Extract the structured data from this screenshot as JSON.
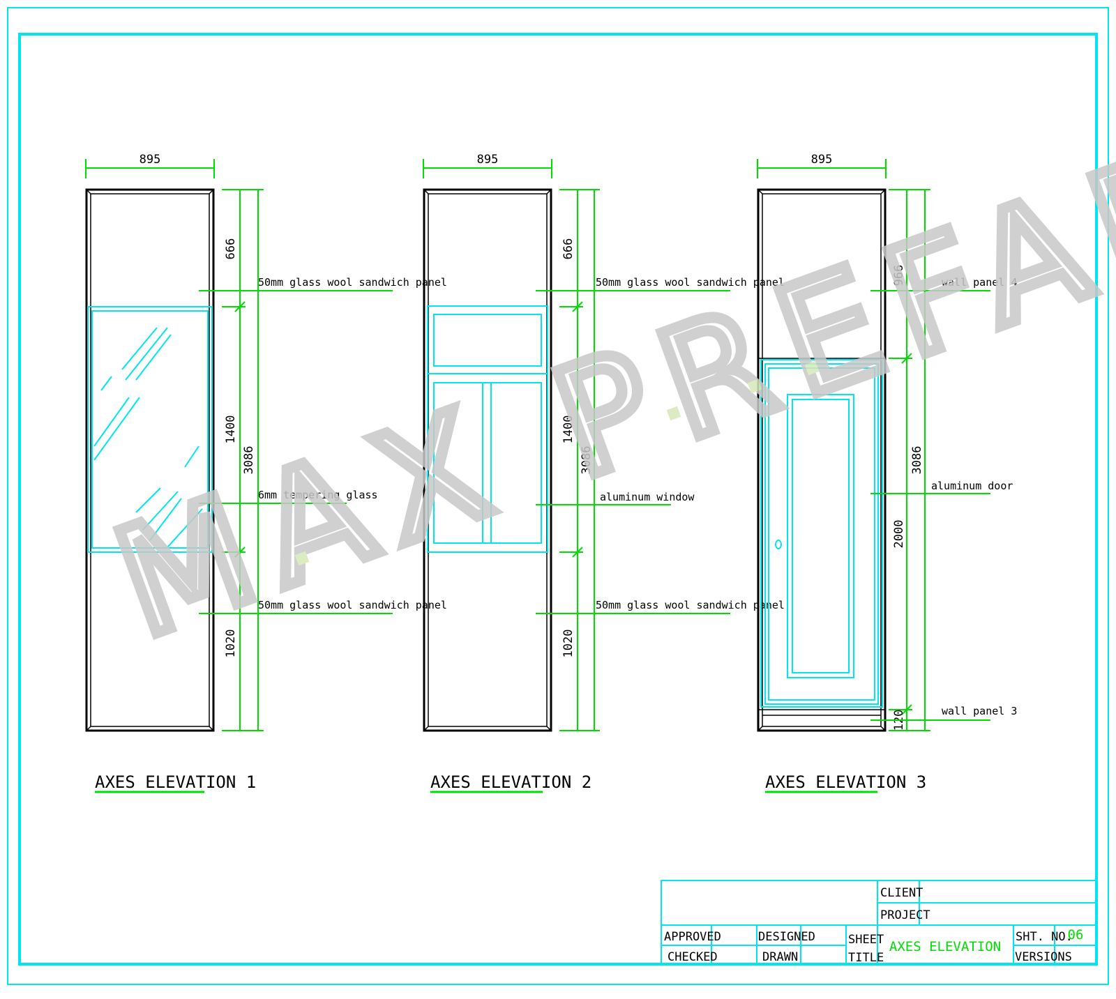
{
  "watermark": "MAX PREFAB",
  "elevations": [
    {
      "title": "AXES ELEVATION 1",
      "width_dim": "895",
      "section_dims": [
        "666",
        "1400",
        "1020"
      ],
      "total_dim": "3086",
      "callouts": [
        "50mm glass wool sandwich panel",
        "6mm tempering glass",
        "50mm glass wool sandwich panel"
      ]
    },
    {
      "title": "AXES ELEVATION 2",
      "width_dim": "895",
      "section_dims": [
        "666",
        "1400",
        "1020"
      ],
      "total_dim": "3086",
      "callouts": [
        "50mm glass wool sandwich panel",
        "aluminum window",
        "50mm glass wool sandwich panel"
      ]
    },
    {
      "title": "AXES ELEVATION 3",
      "width_dim": "895",
      "section_dims": [
        "966",
        "2000",
        "120"
      ],
      "total_dim": "3086",
      "callouts": [
        "wall panel 4",
        "aluminum door",
        "wall panel 3"
      ]
    }
  ],
  "title_block": {
    "client_label": "CLIENT",
    "project_label": "PROJECT",
    "approved_label": "APPROVED",
    "checked_label": "CHECKED",
    "designed_label": "DESIGNED",
    "drawn_label": "DRAWN",
    "sheet_label": "SHEET",
    "title_label": "TITLE",
    "sheet_title": "AXES ELEVATION",
    "sht_no_label": "SHT. NO.",
    "sht_no": "06",
    "versions_label": "VERSIONS"
  },
  "colors": {
    "frame": "#00e5ee",
    "dimension": "#00dd00",
    "outline": "#000000",
    "glazing": "#00e5ee",
    "watermark": "#c8c8c8",
    "watermark_dots": "#d8e8b8"
  }
}
